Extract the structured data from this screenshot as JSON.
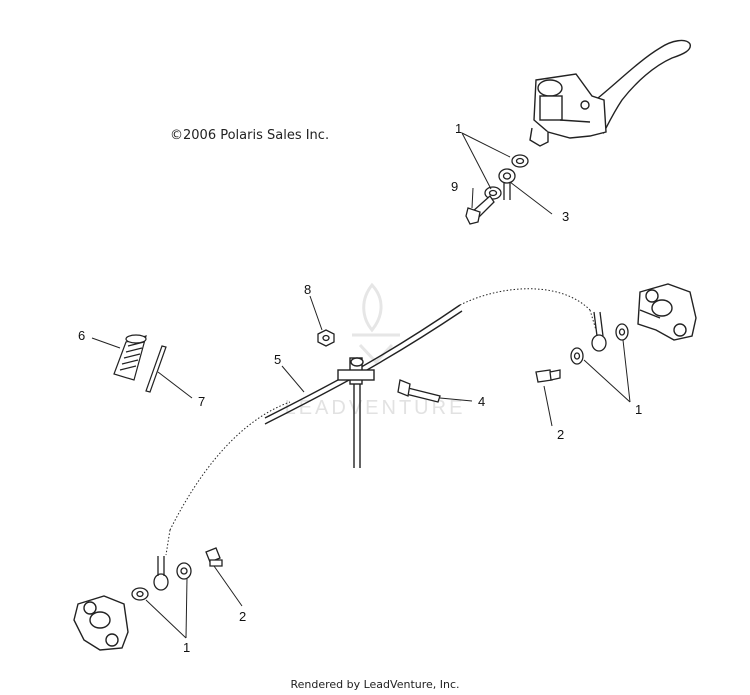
{
  "copyright": "©2006 Polaris Sales Inc.",
  "footer": "Rendered by LeadVenture, Inc.",
  "watermark": "LEADVENTURE",
  "callouts": [
    "1",
    "9",
    "3",
    "8",
    "5",
    "4",
    "6",
    "7",
    "2",
    "1",
    "2",
    "1"
  ]
}
